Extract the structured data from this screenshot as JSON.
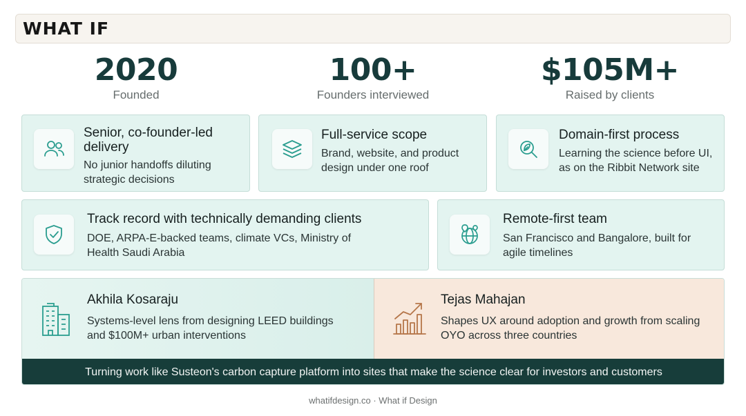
{
  "header": {
    "logo": "WHAT IF"
  },
  "stats": [
    {
      "value": "2020",
      "label": "Founded"
    },
    {
      "value": "100+",
      "label": "Founders interviewed"
    },
    {
      "value": "$105M+",
      "label": "Raised by clients"
    }
  ],
  "cards": [
    {
      "icon": "people-icon",
      "title": "Senior, co-founder-led delivery",
      "desc": "No junior handoffs diluting strategic decisions"
    },
    {
      "icon": "layers-icon",
      "title": "Full-service scope",
      "desc": "Brand, website, and product design under one roof"
    },
    {
      "icon": "search-leaf-icon",
      "title": "Domain-first process",
      "desc": "Learning the science before UI, as on the Ribbit Network site"
    },
    {
      "icon": "shield-check-icon",
      "title": "Track record with technically demanding clients",
      "desc": "DOE, ARPA-E-backed teams, climate VCs, Ministry of Health Saudi Arabia"
    },
    {
      "icon": "globe-pin-icon",
      "title": "Remote-first team",
      "desc": "San Francisco and Bangalore, built for agile timelines"
    }
  ],
  "people": [
    {
      "icon": "building-icon",
      "name": "Akhila Kosaraju",
      "desc": "Systems-level lens from designing LEED buildings and $100M+ urban interventions"
    },
    {
      "icon": "growth-chart-icon",
      "name": "Tejas Mahajan",
      "desc": "Shapes UX around adoption and growth from scaling OYO across three countries"
    }
  ],
  "banner": "Turning work like Susteon's carbon capture platform into sites that make the science clear for investors and customers",
  "footer": "whatifdesign.co · What if Design",
  "colors": {
    "accent_dark": "#173d3a",
    "teal_icon": "#2a9d8f",
    "orange_icon": "#b5764a",
    "card_bg": "#e3f4f0"
  }
}
